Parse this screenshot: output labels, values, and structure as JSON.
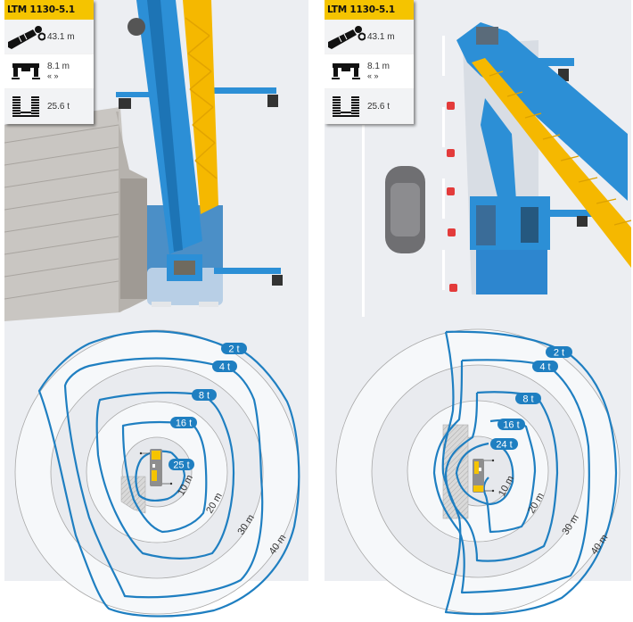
{
  "panels": [
    {
      "id": "left",
      "spec_card": {
        "model": "LTM 1130-5.1",
        "rows": [
          {
            "icon": "telescopic-boom-icon",
            "value": "43.1 m",
            "sub": ""
          },
          {
            "icon": "outrigger-icon",
            "value": "8.1 m",
            "sub": "« »"
          },
          {
            "icon": "counterweight-icon",
            "value": "25.6 t",
            "sub": ""
          }
        ]
      },
      "photo": {
        "description": "Top view of blue mobile crane with yellow lattice jib next to building wall"
      },
      "diagram": {
        "ring_labels": [
          "10 m",
          "20 m",
          "30 m",
          "40 m"
        ],
        "load_labels": [
          "2 t",
          "4 t",
          "8 t",
          "16 t",
          "25 t"
        ]
      }
    },
    {
      "id": "right",
      "spec_card": {
        "model": "LTM 1130-5.1",
        "rows": [
          {
            "icon": "telescopic-boom-icon",
            "value": "43.1 m",
            "sub": ""
          },
          {
            "icon": "outrigger-icon",
            "value": "8.1 m",
            "sub": "« »"
          },
          {
            "icon": "counterweight-icon",
            "value": "25.6 t",
            "sub": ""
          }
        ]
      },
      "photo": {
        "description": "Top view of blue mobile crane with yellow lattice jib beside road with car and traffic cones"
      },
      "diagram": {
        "ring_labels": [
          "10 m",
          "20 m",
          "30 m",
          "40 m"
        ],
        "load_labels": [
          "2 t",
          "4 t",
          "8 t",
          "16 t",
          "24 t"
        ]
      }
    }
  ],
  "colors": {
    "brand_yellow": "#f5c400",
    "contour_blue": "#1f7fc1",
    "crane_blue": "#2c8fd6",
    "background_grey": "#eceef2"
  }
}
